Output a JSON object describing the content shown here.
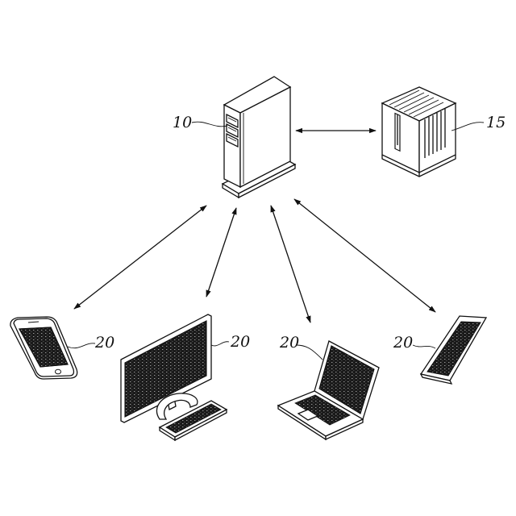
{
  "labels": {
    "server": "10",
    "storage": "15",
    "smartphone": "20",
    "desktop": "20",
    "laptop": "20",
    "tablet": "20"
  },
  "colors": {
    "line": "#111111",
    "screen": "#1a1a1a",
    "background": "#ffffff"
  }
}
